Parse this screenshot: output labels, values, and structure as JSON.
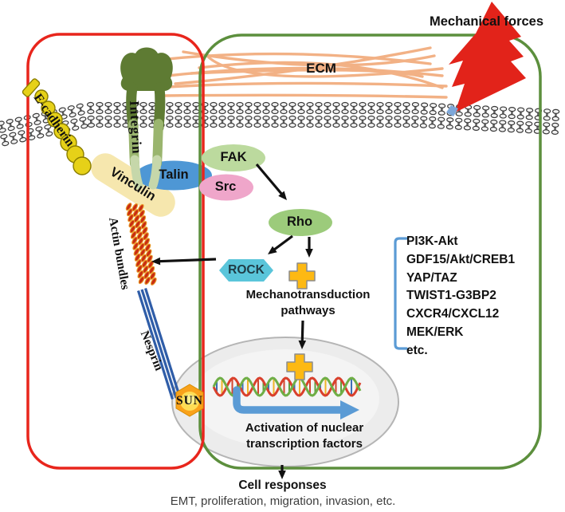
{
  "labels": {
    "mechanical_forces": "Mechanical forces",
    "ecm": "ECM",
    "e_cadherin": "E-cadherin",
    "integrin": "Integrin",
    "vinculin": "Vinculin",
    "talin": "Talin",
    "fak": "FAK",
    "src": "Src",
    "rho": "Rho",
    "rock": "ROCK",
    "actin_bundles": "Actin bundles",
    "nesprin": "Nesprin",
    "sun": "SUN",
    "mechanotransduction": "Mechanotransduction pathways",
    "activation": "Activation of nuclear transcription factors",
    "cell_responses": "Cell responses",
    "cell_responses_detail": "EMT, proliferation, migration, invasion, etc."
  },
  "pathway_list": {
    "items": [
      "PI3K-Akt",
      "GDF15/Akt/CREB1",
      "YAP/TAZ",
      "TWIST1-G3BP2",
      "CXCR4/CXCL12",
      "MEK/ERK",
      "etc."
    ]
  },
  "colors": {
    "cell_border_left": "#E8251C",
    "cell_border_right": "#5C8F3D",
    "ecm_fiber": "#F2B185",
    "membrane_stroke": "#3A3A3A",
    "membrane_fill": "#F2F2F2",
    "bolt": "#E2231A",
    "bolt_tip": "#7DA7D9",
    "integrin_dark": "#5E7B33",
    "integrin_mid": "#9AB56E",
    "integrin_light": "#C6D7AA",
    "vinculin_fill": "#F6E7AE",
    "talin_fill": "#4E97D5",
    "fak_fill": "#BCDA9E",
    "src_fill": "#EFA6CA",
    "rho_fill": "#9CCB7B",
    "rock_fill": "#5AC5DA",
    "cross_fill": "#FDB913",
    "cross_stroke": "#8C8C8C",
    "nucleus_fill": "#ECECEC",
    "nucleus_border": "#B5B5B5",
    "sun_fill": "#F9A21B",
    "sun_inner": "#FFDD55",
    "sun_core": "#FFF08C",
    "nesprin": "#2F5DA8",
    "actin_red": "#C92C12",
    "actin_gold": "#E89B2A",
    "ecadherin_bead": "#E6D118",
    "ecadherin_outline": "#8A7D00",
    "dna_strand_a": "#D9402C",
    "dna_strand_b": "#6FAE46",
    "dna_rung_1": "#3B6FB5",
    "dna_rung_2": "#F0B428",
    "dna_rung_3": "#D2452F",
    "dna_rung_4": "#5F9E3E",
    "blue_accent": "#5B9BD5",
    "arrow": "#111111"
  }
}
